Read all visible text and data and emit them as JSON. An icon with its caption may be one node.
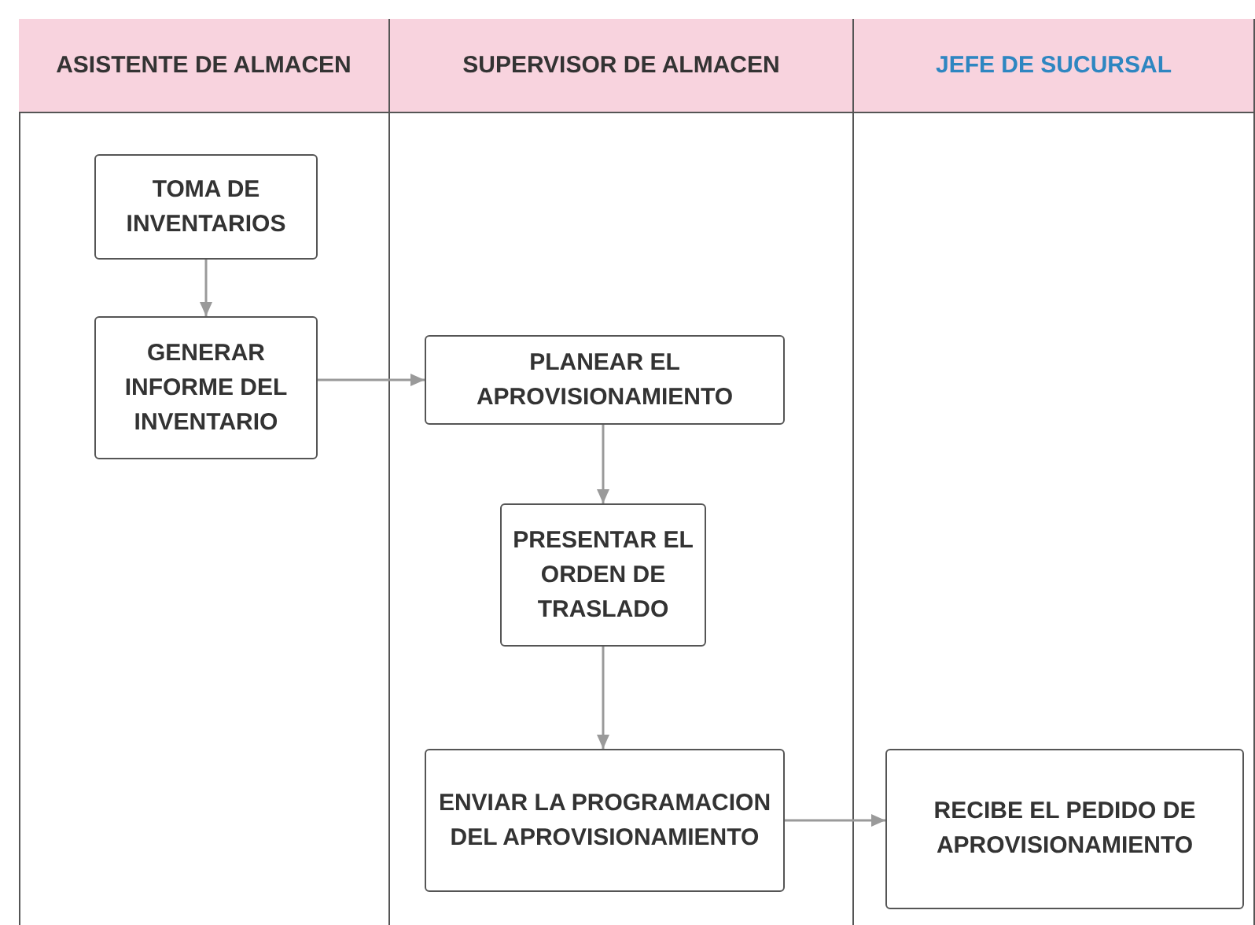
{
  "diagram": {
    "nodes": [
      {
        "text": [
          "ASISTENTE DE ALMACEN"
        ]
      },
      {
        "text": [
          "SUPERVISOR DE ALMACEN"
        ]
      },
      {
        "text": [
          "JEFE DE SUCURSAL"
        ]
      },
      {
        "text": [
          "TOMA DE INVENTARIOS"
        ],
        "in": 0
      },
      {
        "text": [
          "GENERAR INFORME DEL INVENTARIO"
        ],
        "in": 0
      },
      {
        "text": [
          "PLANEAR EL APROVISIONAMIENTO"
        ],
        "in": 1
      },
      {
        "text": [
          "PRESENTAR EL ORDEN DE TRASLADO"
        ],
        "in": 1
      },
      {
        "text": [
          "ENVIAR LA PROGRAMACION DEL APROVISIONAMIENTO"
        ],
        "in": 1
      },
      {
        "text": [
          "RECIBE EL PEDIDO DE APROVISIONAMIENTO"
        ],
        "in": 2
      }
    ],
    "edges": [
      {
        "from": 3,
        "to": 4,
        "arrow": "to"
      },
      {
        "from": 4,
        "to": 5,
        "arrow": "to"
      },
      {
        "from": 5,
        "to": 6,
        "arrow": "to"
      },
      {
        "from": 6,
        "to": 7,
        "arrow": "to"
      },
      {
        "from": 7,
        "to": 8,
        "arrow": "to"
      }
    ]
  }
}
